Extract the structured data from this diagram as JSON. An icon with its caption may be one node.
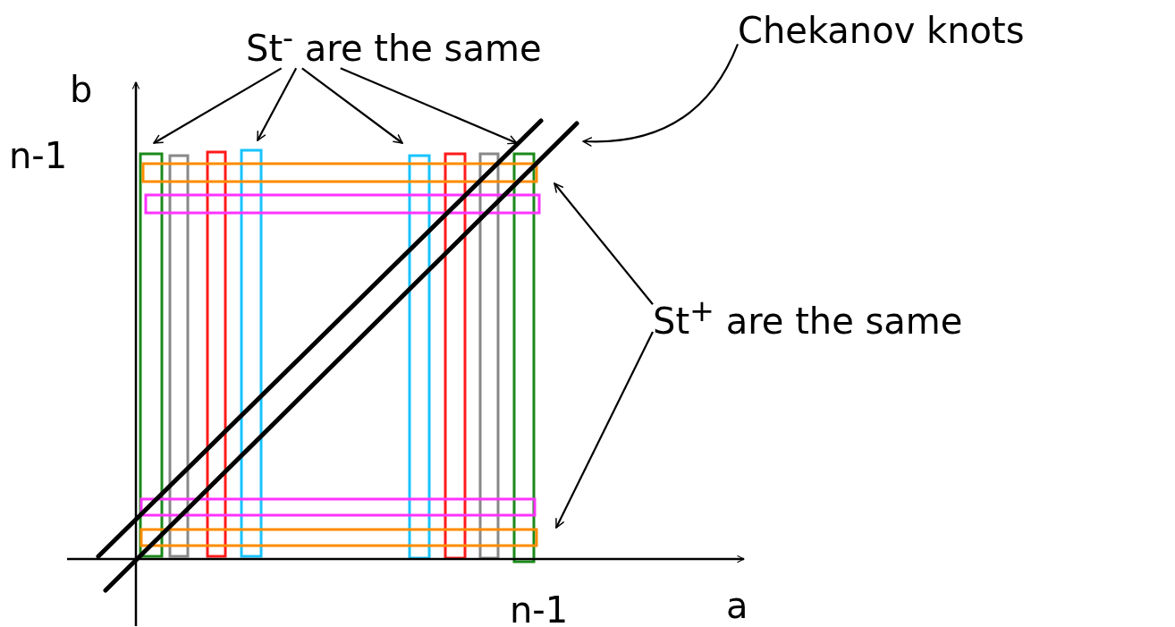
{
  "diagram": {
    "nodes": [
      {
        "text": [
          "St$^{-}$ are the same"
        ]
      },
      {
        "text": [
          "Chekanov knots"
        ]
      },
      {
        "text": [
          "St$^{+}$ are the same"
        ]
      }
    ],
    "edges": [
      {
        "from": 0,
        "to": null,
        "arrow": "to"
      },
      {
        "from": 0,
        "to": null,
        "arrow": "to"
      },
      {
        "from": 0,
        "to": null,
        "arrow": "to"
      },
      {
        "from": 0,
        "to": null,
        "arrow": "to"
      },
      {
        "from": 1,
        "to": null,
        "arrow": "to"
      },
      {
        "from": 2,
        "to": null,
        "arrow": "to"
      },
      {
        "from": 2,
        "to": null,
        "arrow": "to"
      }
    ],
    "labels": [
      "b",
      "n-1",
      "n-1",
      "a"
    ]
  }
}
